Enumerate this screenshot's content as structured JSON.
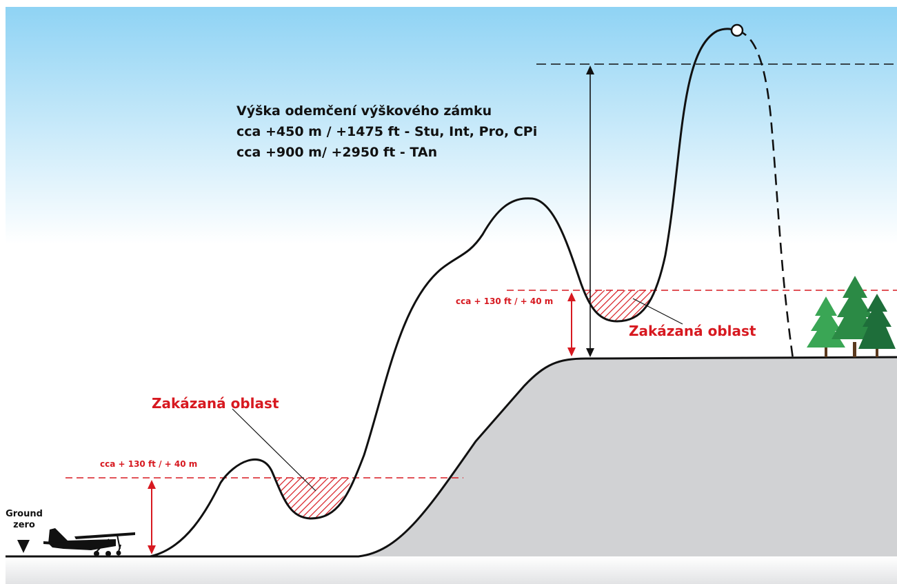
{
  "unlock_label": {
    "line1": "Výška odemčení výškového zámku",
    "line2": "cca +450 m / +1475 ft - Stu, Int, Pro, CPi",
    "line3": "cca +900 m/ +2950 ft  - TAn"
  },
  "left_zone": {
    "forbidden_label": "Zakázaná oblast",
    "height_label": "cca + 130 ft / + 40 m"
  },
  "right_zone": {
    "forbidden_label": "Zakázaná oblast",
    "height_label": "cca + 130 ft / + 40 m"
  },
  "ground_zero": {
    "line1": "Ground",
    "line2": "zero"
  },
  "colors": {
    "sky_top": "#8fd3f4",
    "sky_bottom": "#ffffff",
    "terrain": "#d1d2d4",
    "forbidden_red": "#d71920",
    "line_black": "#111111",
    "tree_light": "#3aa655",
    "tree_dark": "#1e6e3a"
  }
}
